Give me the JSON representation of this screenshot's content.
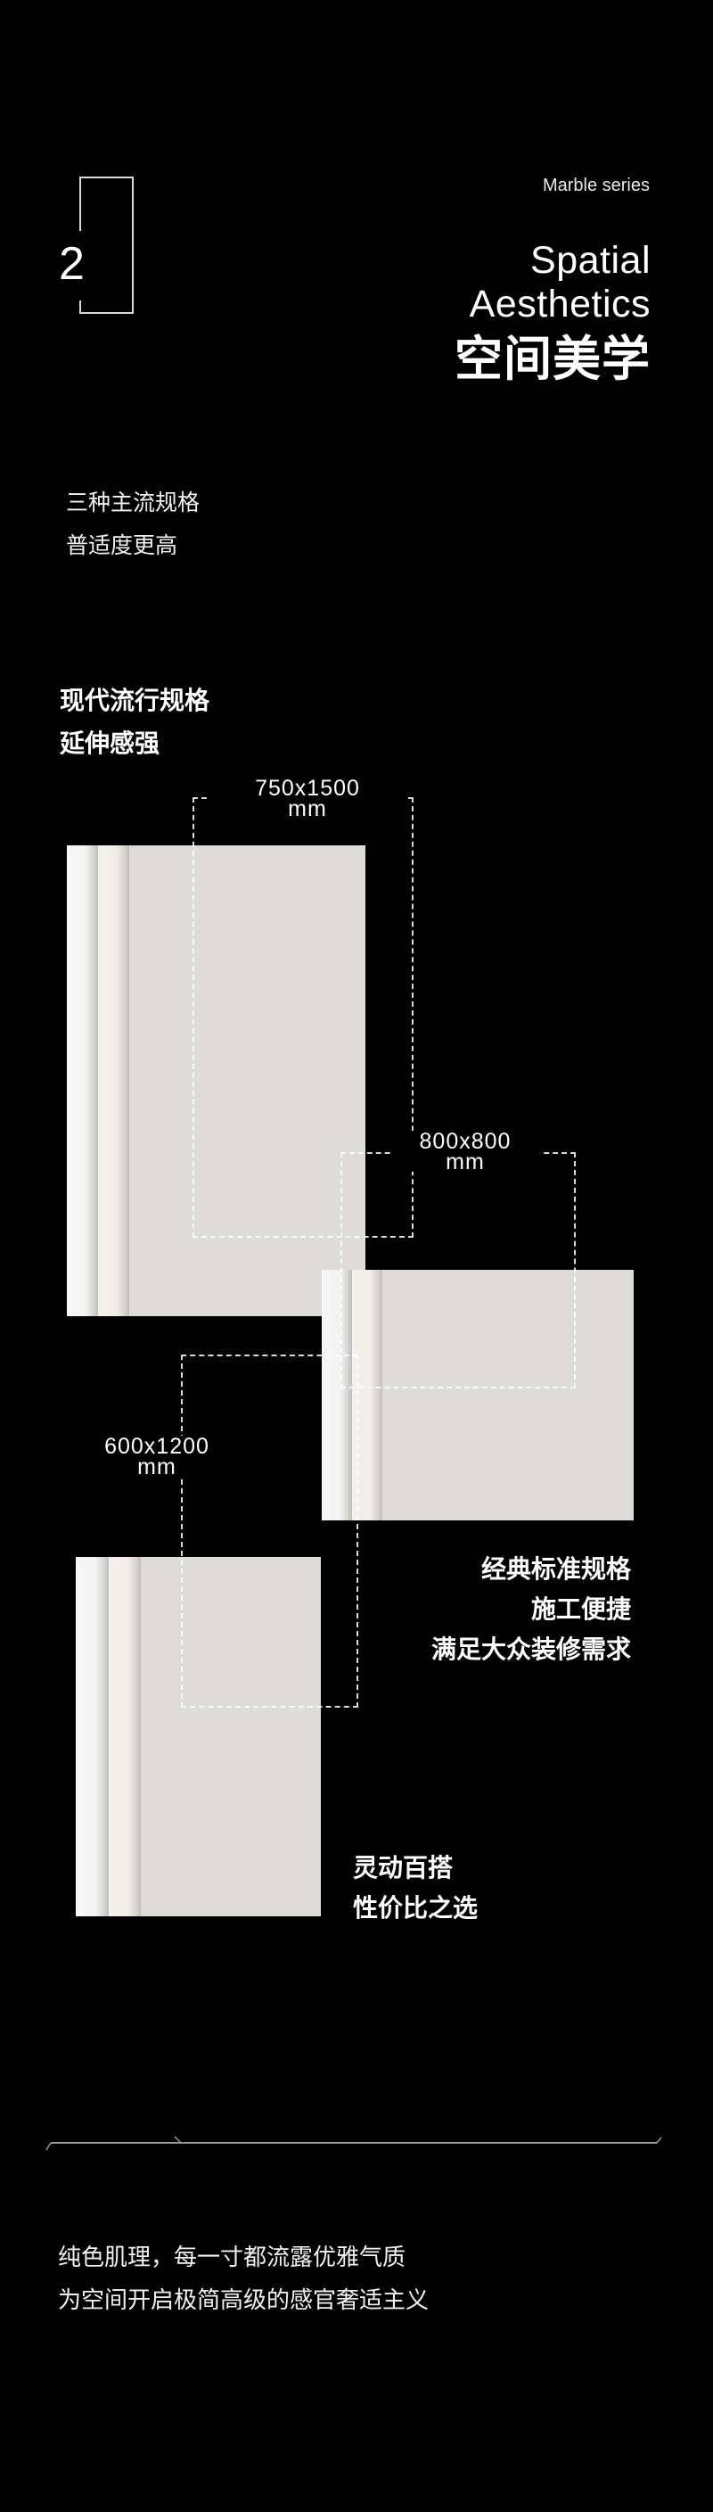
{
  "header": {
    "section_number": "2",
    "series_label": "Marble series",
    "title_en_line1": "Spatial",
    "title_en_line2": "Aesthetics",
    "title_cn": "空间美学"
  },
  "intro": {
    "line1": "三种主流规格",
    "line2": "普适度更高"
  },
  "sizes": [
    {
      "id": "750x1500",
      "dimension": "750x1500",
      "unit": "mm",
      "caption_lines": [
        "现代流行规格",
        "延伸感强"
      ]
    },
    {
      "id": "800x800",
      "dimension": "800x800",
      "unit": "mm",
      "caption_lines": [
        "经典标准规格",
        "施工便捷",
        "满足大众装修需求"
      ]
    },
    {
      "id": "600x1200",
      "dimension": "600x1200",
      "unit": "mm",
      "caption_lines": [
        "灵动百搭",
        "性价比之选"
      ]
    }
  ],
  "outro": {
    "line1": "纯色肌理，每一寸都流露优雅气质",
    "line2": "为空间开启极简高级的感官奢适主义"
  },
  "colors": {
    "background": "#000000",
    "tile_main": "#dddcd8",
    "tile_layer_white": "#f4f4f3",
    "tile_layer_cream": "#f2eeea",
    "text": "#ffffff"
  }
}
